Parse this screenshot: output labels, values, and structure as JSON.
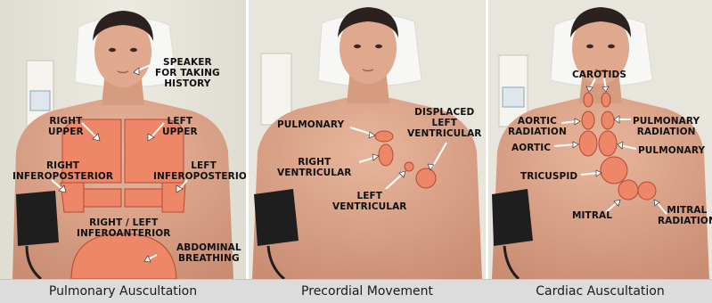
{
  "panels": [
    {
      "caption": "Pulmonary Auscultation",
      "labels": {
        "speaker": [
          "SPEAKER",
          "FOR TAKING",
          "HISTORY"
        ],
        "right_upper": [
          "RIGHT",
          "UPPER"
        ],
        "left_upper": [
          "LEFT",
          "UPPER"
        ],
        "right_inferoposterior": [
          "RIGHT",
          "INFEROPOSTERIOR"
        ],
        "left_inferoposterior": [
          "LEFT",
          "INFEROPOSTERIOR"
        ],
        "right_left_inferoanterior": [
          "RIGHT / LEFT",
          "INFEROANTERIOR"
        ],
        "abdominal_breathing": [
          "ABDOMINAL",
          "BREATHING"
        ]
      }
    },
    {
      "caption": "Precordial Movement",
      "labels": {
        "pulmonary": [
          "PULMONARY"
        ],
        "right_ventricular": [
          "RIGHT",
          "VENTRICULAR"
        ],
        "displaced_left_ventricular": [
          "DISPLACED",
          "LEFT",
          "VENTRICULAR"
        ],
        "left_ventricular": [
          "LEFT",
          "VENTRICULAR"
        ]
      }
    },
    {
      "caption": "Cardiac Auscultation",
      "labels": {
        "carotids": [
          "CAROTIDS"
        ],
        "aortic_radiation": [
          "AORTIC",
          "RADIATION"
        ],
        "pulmonary_radiation": [
          "PULMONARY",
          "RADIATION"
        ],
        "aortic": [
          "AORTIC"
        ],
        "pulmonary": [
          "PULMONARY"
        ],
        "tricuspid": [
          "TRICUSPID"
        ],
        "mitral": [
          "MITRAL"
        ],
        "mitral_radiation": [
          "MITRAL",
          "RADIATION"
        ]
      }
    }
  ],
  "colors": {
    "zone_fill": "#ee8668",
    "zone_stroke": "#b24a35",
    "skin": "#dba389",
    "hair": "#2b2220",
    "pillow": "#f4f4f2",
    "wall": "#e9e7de",
    "cuff": "#1e1e1e",
    "caption_bar": "#dcdcdc"
  }
}
